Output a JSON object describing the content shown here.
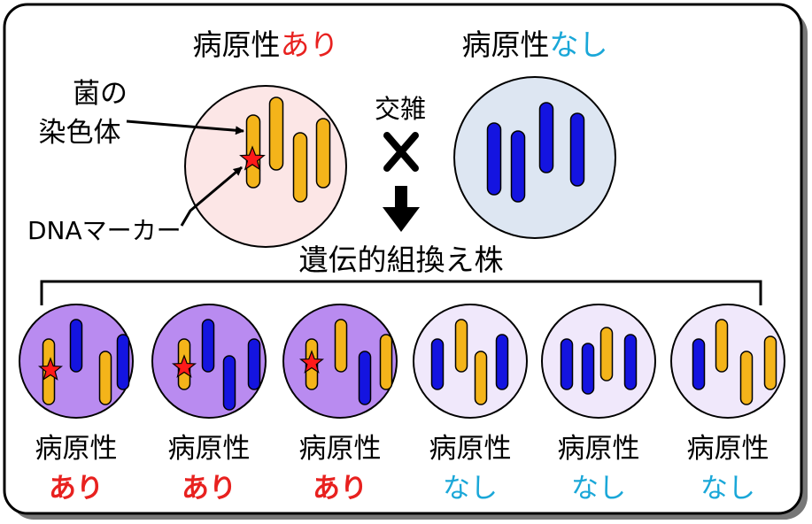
{
  "colors": {
    "frame": "#000000",
    "present": "#e8211f",
    "absent": "#1aa7d8",
    "gold": "#f4b41a",
    "blue": "#1414e0",
    "star": "#ff1a1a",
    "parent_pathogenic_fill": "#fce6e6",
    "parent_nonpathogenic_fill": "#dde6f2",
    "recomb_pathogenic_fill": "#b98bf0",
    "recomb_nonpathogenic_fill": "#f0e8fb"
  },
  "parents": {
    "left": {
      "label_prefix": "病原性",
      "label_status": "あり"
    },
    "right": {
      "label_prefix": "病原性",
      "label_status": "なし"
    }
  },
  "annotations": {
    "chromosome_line1": "菌の",
    "chromosome_line2": "染色体",
    "marker": "DNAマーカー",
    "cross": "交雑",
    "cross_symbol": "✕",
    "recombinants": "遺伝的組換え株"
  },
  "recombinants": [
    {
      "label_prefix": "病原性",
      "label_status": "あり",
      "pathogenic": true
    },
    {
      "label_prefix": "病原性",
      "label_status": "あり",
      "pathogenic": true
    },
    {
      "label_prefix": "病原性",
      "label_status": "あり",
      "pathogenic": true
    },
    {
      "label_prefix": "病原性",
      "label_status": "なし",
      "pathogenic": false
    },
    {
      "label_prefix": "病原性",
      "label_status": "なし",
      "pathogenic": false
    },
    {
      "label_prefix": "病原性",
      "label_status": "なし",
      "pathogenic": false
    }
  ],
  "icons": [
    "star-icon",
    "cross-icon",
    "down-arrow-icon"
  ]
}
